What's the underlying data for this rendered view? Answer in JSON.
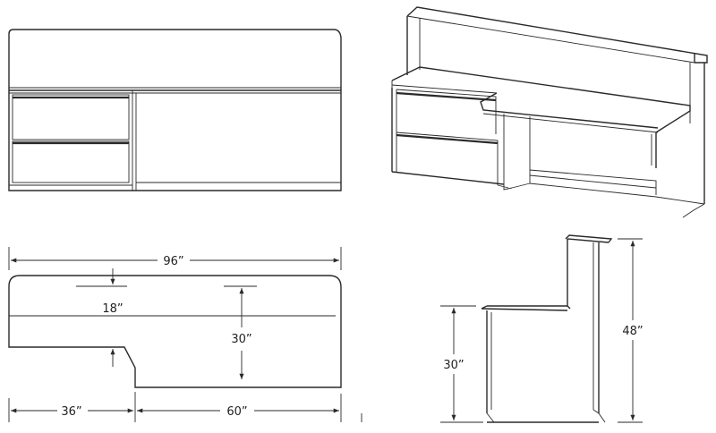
{
  "plan_view": {
    "dims": {
      "overall_width": "96”",
      "ledge_depth": "18”",
      "counter_depth": "30”",
      "return_width": "36”",
      "main_width": "60”"
    }
  },
  "side_view": {
    "dims": {
      "total_height": "48”",
      "counter_height": "30”"
    }
  }
}
